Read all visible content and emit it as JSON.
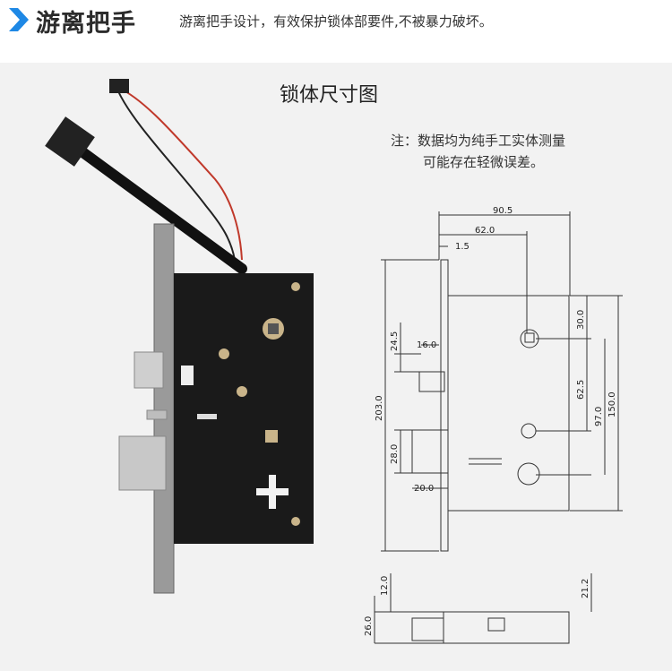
{
  "header": {
    "title": "游离把手",
    "description": "游离把手设计，有效保护锁体部要件,不被暴力破坏。",
    "accent_color": "#1e88e5"
  },
  "panel": {
    "title": "锁体尺寸图",
    "note_line1": "注：数据均为纯手工实体测量",
    "note_line2": "可能存在轻微误差。"
  },
  "dimensions": {
    "d90_5": "90.5",
    "d62_0": "62.0",
    "d1_5": "1.5",
    "d24_5": "24.5",
    "d16_0": "16.0",
    "d203_0": "203.0",
    "d28_0": "28.0",
    "d20_0": "20.0",
    "d30_0": "30.0",
    "d62_5": "62.5",
    "d97_0": "97.0",
    "d150_0": "150.0",
    "d12_0": "12.0",
    "d26_0": "26.0",
    "d21_2": "21.2"
  }
}
